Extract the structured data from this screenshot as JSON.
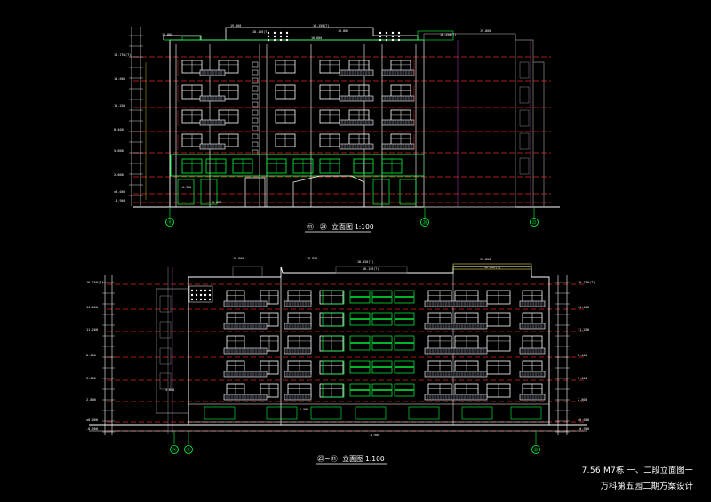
{
  "drawing": {
    "elev1": {
      "caption_grids": "⑪~㉓",
      "caption_text": "立面图",
      "caption_scale": "1:100",
      "levels": [
        "16.750(T)",
        "14.000",
        "11.200",
        "8.400",
        "5.600",
        "2.800",
        "±0.000",
        "-0.900"
      ],
      "top_marks": [
        "19.800",
        "18.150(T)",
        "16.800",
        "19.800",
        "18.150(T)",
        "16.800",
        "18.150(T)",
        "19.800"
      ],
      "grids": [
        "⑪",
        "⑳",
        "㉓"
      ],
      "misc": [
        "0.900",
        "-0.900"
      ]
    },
    "elev2": {
      "caption_grids": "㉓~⑪",
      "caption_text": "立面图",
      "caption_scale": "1:100",
      "levels": [
        "16.750(T)",
        "14.000",
        "11.200",
        "8.400",
        "5.600",
        "2.800",
        "±0.000",
        "-0.900"
      ],
      "top_marks": [
        "19.800",
        "19.850",
        "18.150(T)",
        "19.800",
        "18.150(T)",
        "16.800(T)"
      ],
      "grids": [
        "⑭",
        "⑪",
        "㉓"
      ],
      "misc": [
        "3.800",
        "1.500",
        "-0.900"
      ]
    }
  },
  "title_block": {
    "line1": "7.56  M7栋  一、二段立面图一",
    "line2": "万科第五园二期方案设计"
  },
  "colors": {
    "background": "#000000",
    "outline": "#ffffff",
    "green": "#00ff3c",
    "red_dash": "#e02424",
    "magenta": "#c040c0",
    "yellow": "#f0e040",
    "grey": "#8c8c8c"
  }
}
